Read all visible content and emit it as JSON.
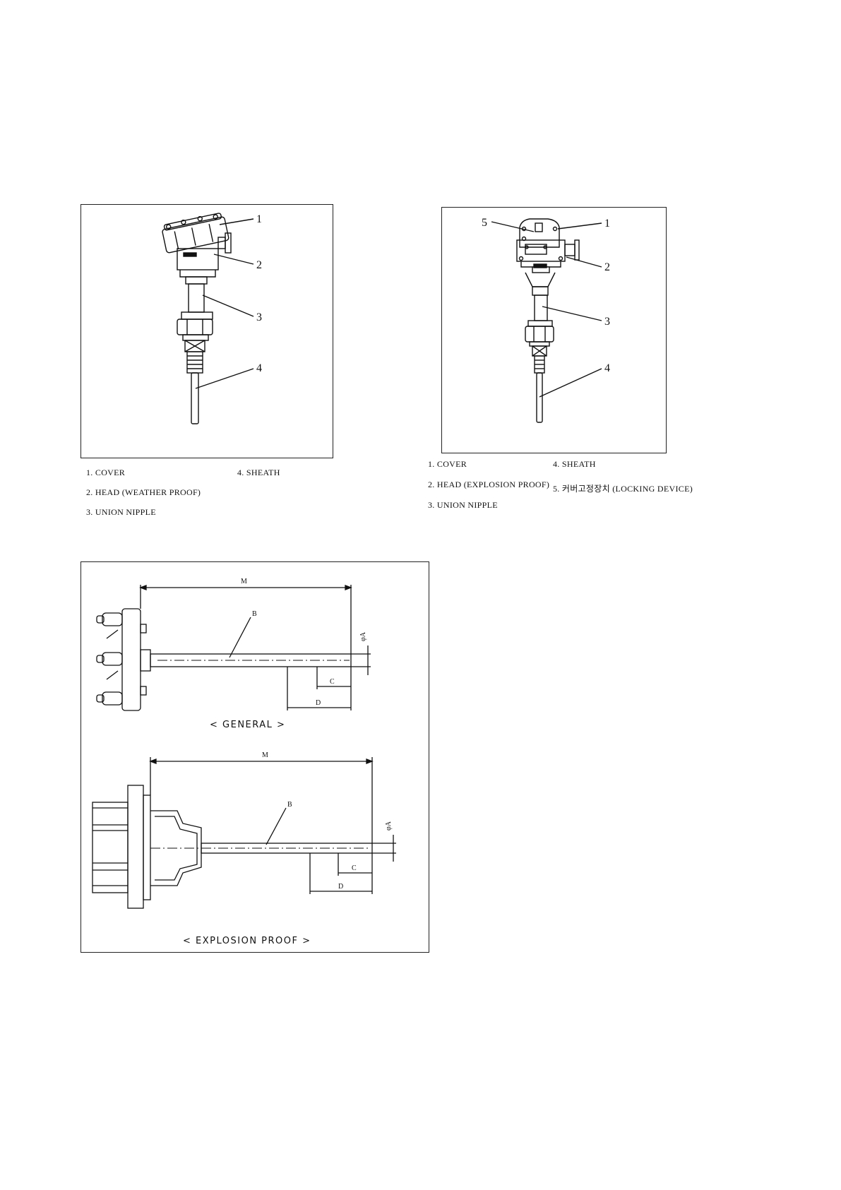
{
  "fig1": {
    "callouts": [
      "1",
      "2",
      "3",
      "4"
    ],
    "captions": {
      "c1": "1. COVER",
      "c2": "2. HEAD (WEATHER PROOF)",
      "c3": "3. UNION NIPPLE",
      "c4": "4. SHEATH"
    }
  },
  "fig2": {
    "callouts": [
      "5",
      "1",
      "2",
      "3",
      "4"
    ],
    "captions": {
      "c1": "1. COVER",
      "c2": "2. HEAD (EXPLOSION PROOF)",
      "c3": "3. UNION NIPPLE",
      "c4": "4. SHEATH",
      "c5": "5. 커버고정장치 (LOCKING DEVICE)"
    }
  },
  "fig3": {
    "general": {
      "title": "< GENERAL >",
      "dims": {
        "m": "M",
        "b": "B",
        "phi_a": "φA",
        "c": "C",
        "d": "D"
      }
    },
    "explosion": {
      "title": "< EXPLOSION PROOF >",
      "dims": {
        "m": "M",
        "b": "B",
        "phi_a": "φA",
        "c": "C",
        "d": "D"
      }
    }
  }
}
